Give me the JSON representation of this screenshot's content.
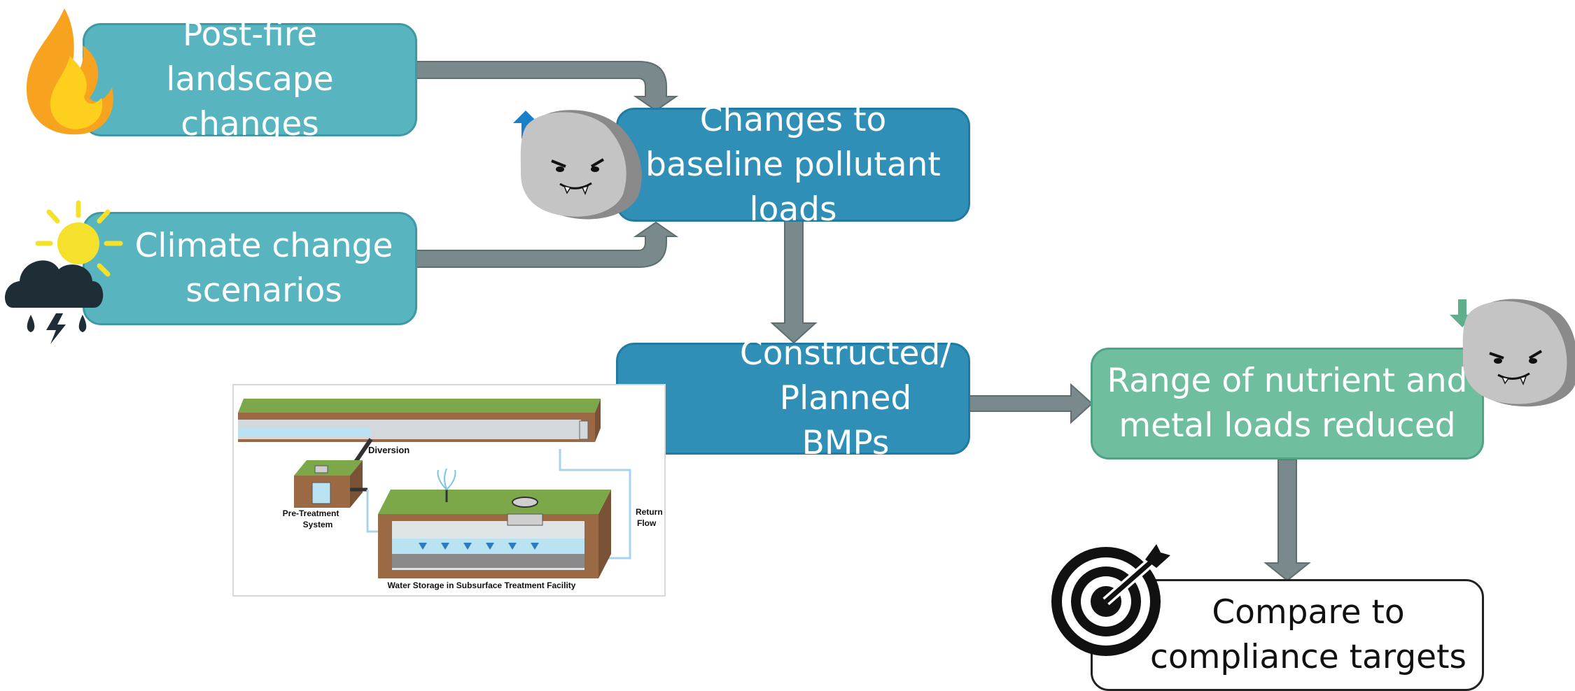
{
  "nodes": {
    "post_fire": "Post-fire landscape changes",
    "climate": "Climate change scenarios",
    "baseline": "Changes to baseline pollutant loads",
    "bmps": "Constructed/ Planned BMPs",
    "range": "Range of nutrient and metal loads reduced",
    "compare": "Compare to compliance targets"
  },
  "illustration": {
    "diversion": "Diversion",
    "pretreatment_line1": "Pre-Treatment",
    "pretreatment_line2": "System",
    "return_line1": "Return",
    "return_line2": "Flow",
    "caption": "Water Storage in Subsurface Treatment Facility"
  },
  "icons": {
    "fire": "fire-icon",
    "weather": "sun-storm-cloud-icon",
    "rock": "grumpy-rock-icon",
    "up_arrow": "up-arrow-icon",
    "down_arrow": "down-arrow-icon",
    "target": "target-icon"
  },
  "colors": {
    "teal_box": "#58b5c0",
    "blue_box": "#2f8fb7",
    "green_box": "#6fbe9e",
    "connector": "#7a8a8c",
    "up_arrow": "#1a7fc9",
    "down_arrow": "#5fae8c"
  }
}
